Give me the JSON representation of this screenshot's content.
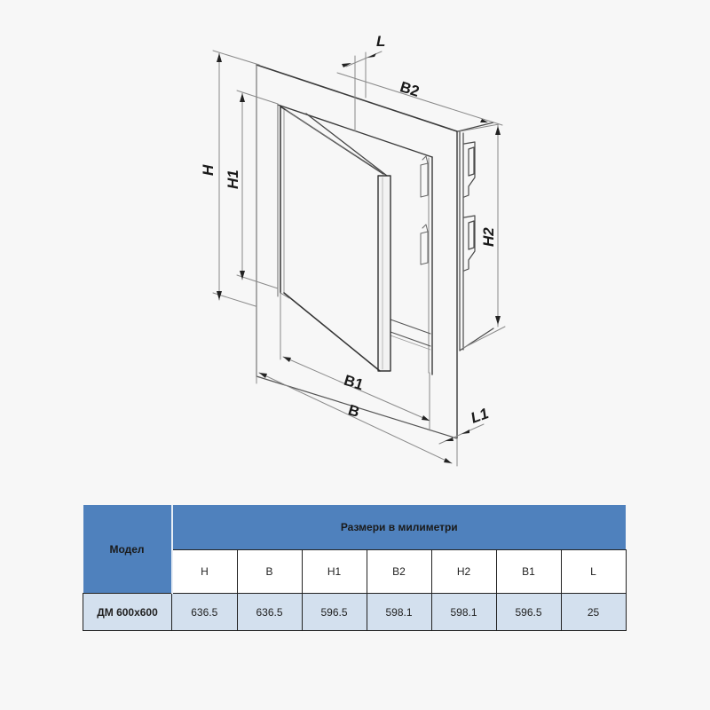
{
  "diagram": {
    "title": "Access door dimension drawing",
    "labels": {
      "H": "H",
      "H1": "H1",
      "H2": "H2",
      "B": "B",
      "B1": "B1",
      "B2": "B2",
      "L": "L",
      "L1": "L1"
    },
    "line_color": "#3a3a3a",
    "dim_color": "#8a8a8a"
  },
  "table": {
    "model_header": "Модел",
    "group_header": "Размери в милиметри",
    "columns": [
      "H",
      "B",
      "H1",
      "B2",
      "H2",
      "B1",
      "L"
    ],
    "rows": [
      {
        "model": "ДМ 600x600",
        "values": [
          "636.5",
          "636.5",
          "596.5",
          "598.1",
          "598.1",
          "596.5",
          "25"
        ]
      }
    ],
    "colors": {
      "header_bg": "#4f81bd",
      "row_bg": "#d3e0ee",
      "subheader_bg": "#ffffff",
      "border": "#222222"
    }
  }
}
